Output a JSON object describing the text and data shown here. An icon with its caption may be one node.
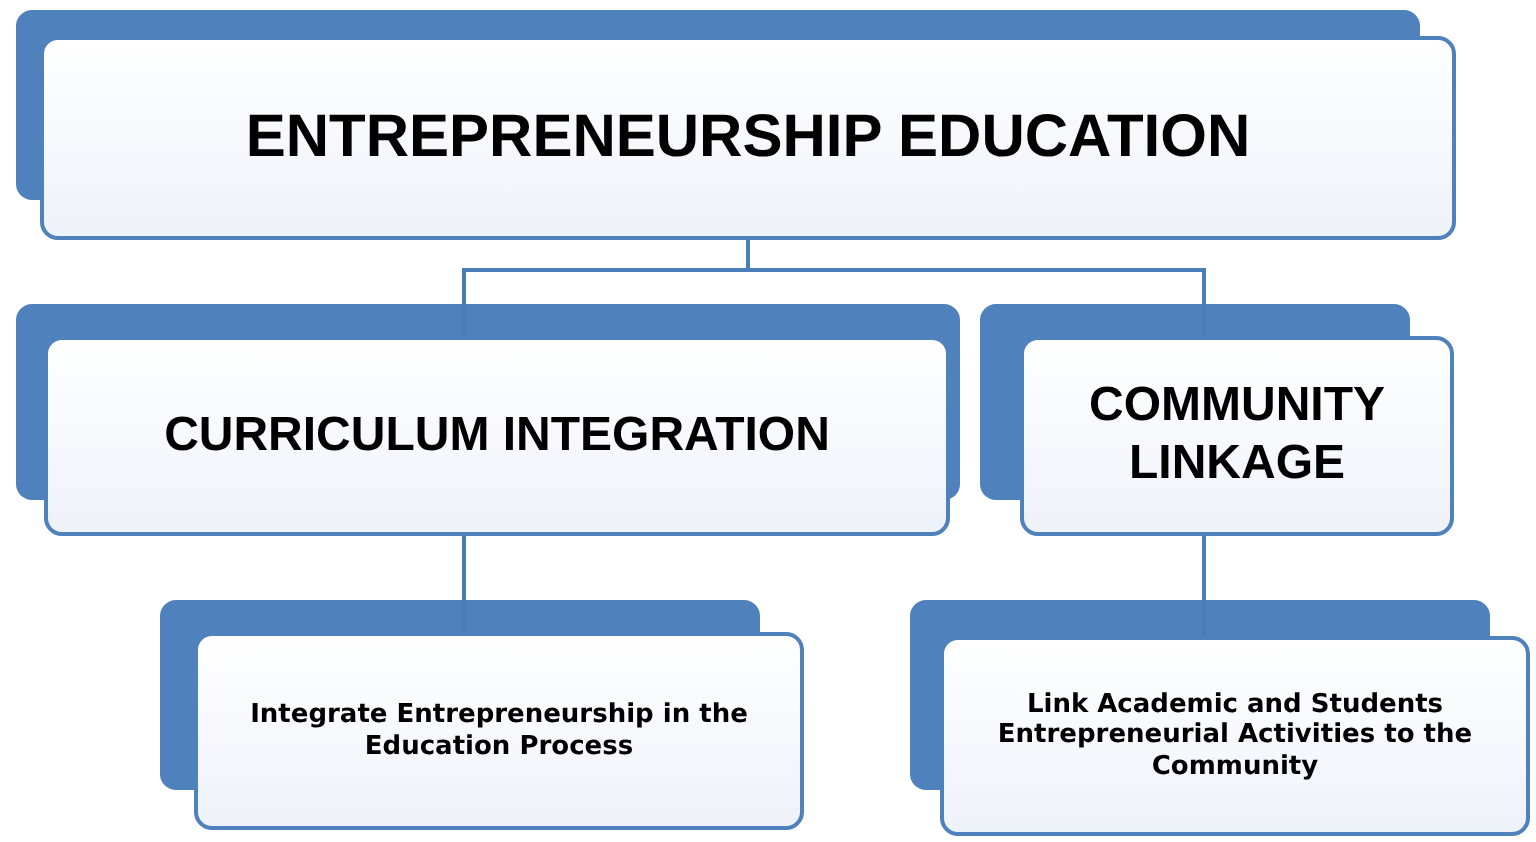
{
  "diagram": {
    "nodes": [
      {
        "text": [
          "ENTREPRENEURSHIP EDUCATION"
        ]
      },
      {
        "text": [
          "CURRICULUM INTEGRATION"
        ]
      },
      {
        "text": [
          "COMMUNITY LINKAGE"
        ]
      },
      {
        "text": [
          "Integrate Entrepreneurship in the Education Process"
        ]
      },
      {
        "text": [
          "Link Academic and Students Entrepreneurial Activities to the Community"
        ]
      }
    ],
    "edges": [
      {
        "from": 0,
        "to": 1,
        "arrow": "none"
      },
      {
        "from": 0,
        "to": 2,
        "arrow": "none"
      },
      {
        "from": 1,
        "to": 3,
        "arrow": "none"
      },
      {
        "from": 2,
        "to": 4,
        "arrow": "none"
      }
    ]
  }
}
